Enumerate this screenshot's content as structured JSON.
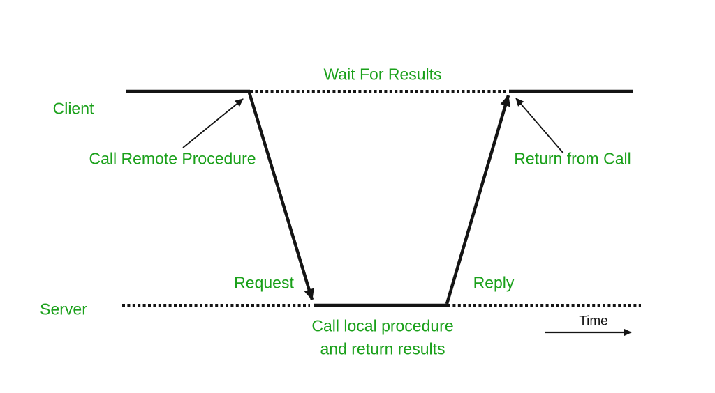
{
  "diagram": {
    "type": "rpc-timing-diagram",
    "labels": {
      "wait_for_results": "Wait For Results",
      "client": "Client",
      "call_remote_procedure": "Call Remote Procedure",
      "return_from_call": "Return from Call",
      "request": "Request",
      "reply": "Reply",
      "server": "Server",
      "server_caption_line1": "Call local procedure",
      "server_caption_line2": "and return results",
      "time": "Time"
    },
    "lanes": [
      {
        "name": "Client",
        "style": "solid with dotted wait segment"
      },
      {
        "name": "Server",
        "style": "dotted with solid executing segment"
      }
    ],
    "arrows": [
      {
        "name": "request",
        "from": "Client timeline",
        "to": "Server timeline"
      },
      {
        "name": "reply",
        "from": "Server timeline",
        "to": "Client timeline"
      },
      {
        "name": "call-remote-procedure-pointer",
        "points_to": "client call corner"
      },
      {
        "name": "return-from-call-pointer",
        "points_to": "client return corner"
      },
      {
        "name": "time-axis",
        "direction": "right"
      }
    ],
    "colors": {
      "label_green": "#1aa01a",
      "line_black": "#141414",
      "background": "#ffffff"
    }
  }
}
